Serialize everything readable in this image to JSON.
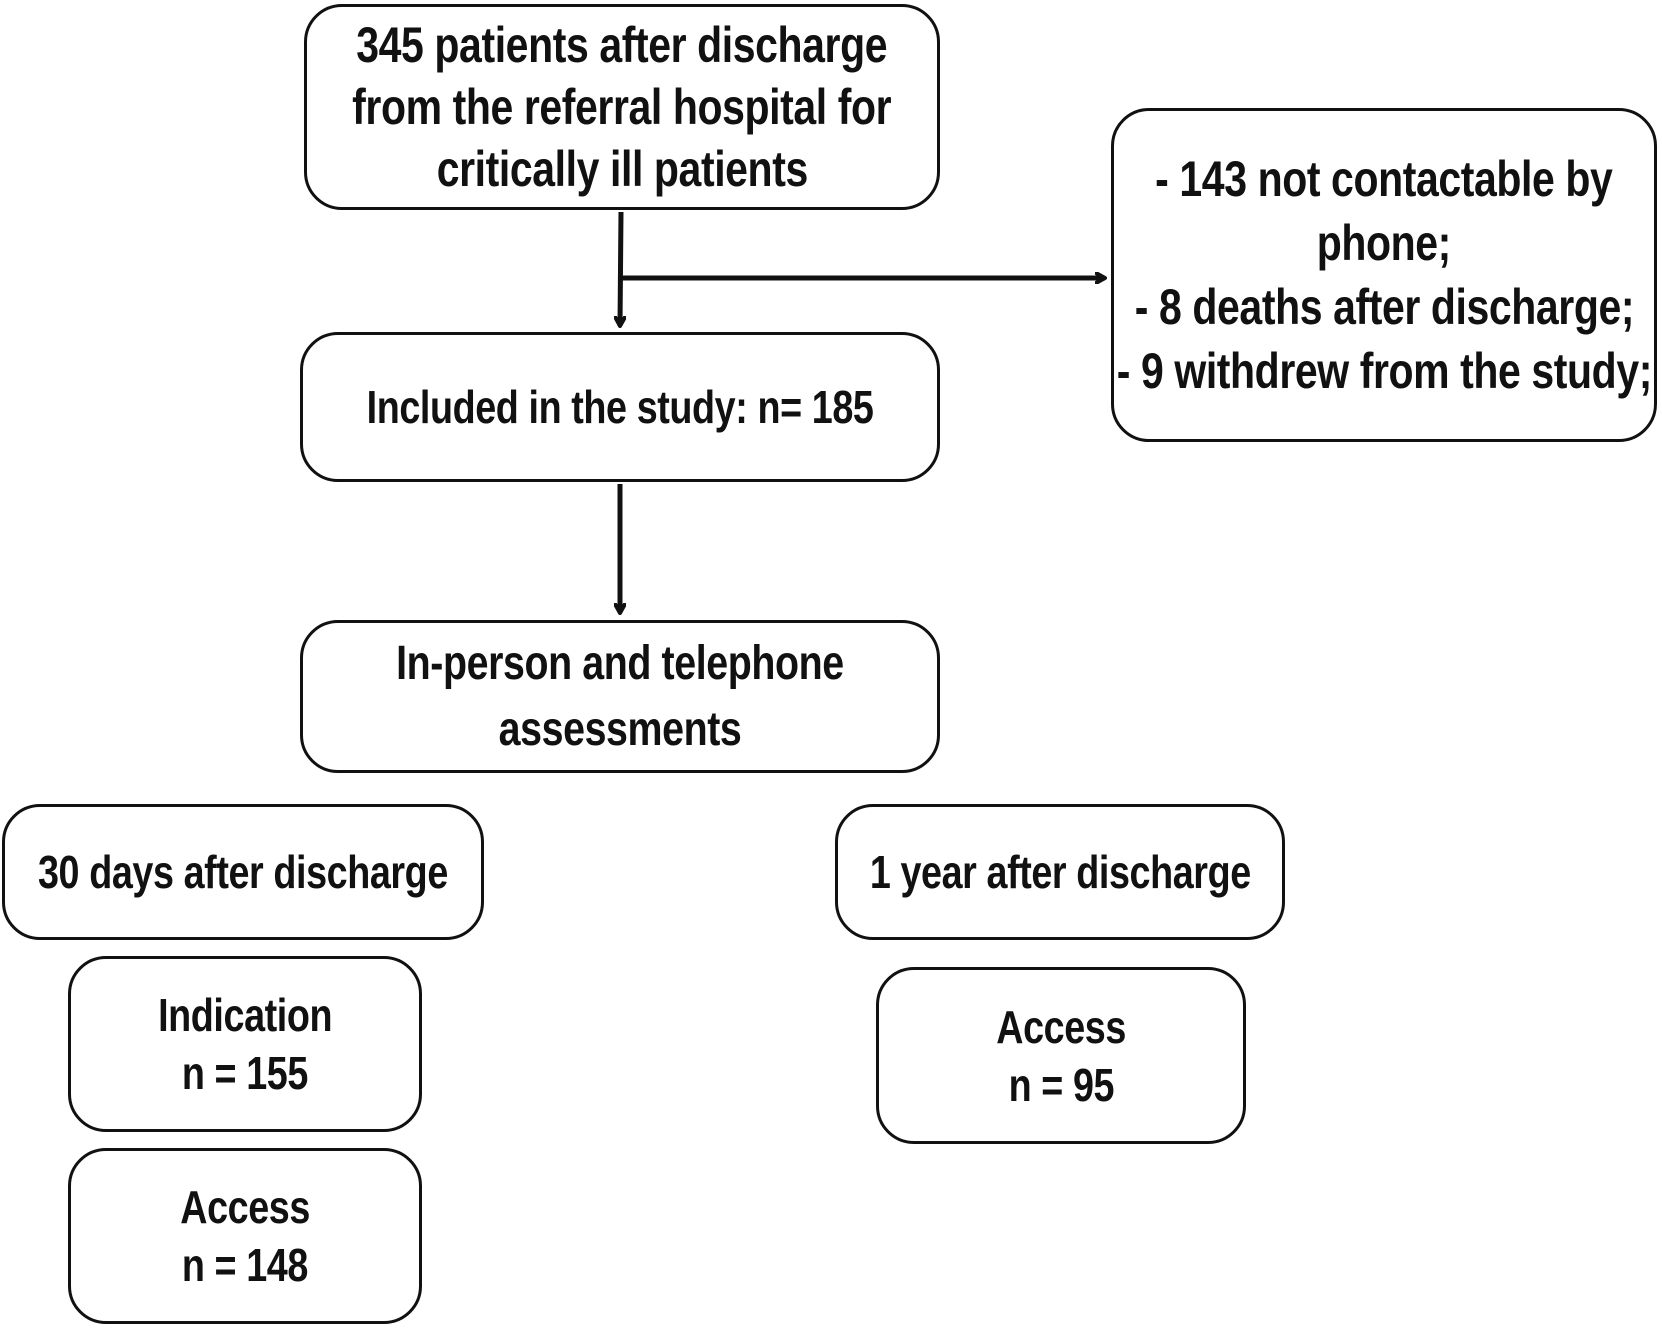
{
  "nodes": {
    "start": {
      "lines": [
        "345 patients after discharge",
        "from the referral hospital for",
        "critically ill patients"
      ]
    },
    "excluded": {
      "lines": [
        "- 143 not contactable by",
        "phone;",
        "- 8 deaths after discharge;",
        "- 9 withdrew from the study;"
      ]
    },
    "included": {
      "lines": [
        "Included in the study: n= 185"
      ]
    },
    "assessments": {
      "lines": [
        "In-person and telephone",
        "assessments"
      ]
    },
    "day30": {
      "lines": [
        "30 days after discharge"
      ]
    },
    "year1": {
      "lines": [
        "1 year after discharge"
      ]
    },
    "day30_indication": {
      "lines": [
        "Indication",
        "n = 155"
      ]
    },
    "day30_access": {
      "lines": [
        "Access",
        "n = 148"
      ]
    },
    "year1_access": {
      "lines": [
        "Access",
        "n = 95"
      ]
    }
  },
  "colors": {
    "stroke": "#111111",
    "background": "#ffffff",
    "text": "#111111"
  }
}
